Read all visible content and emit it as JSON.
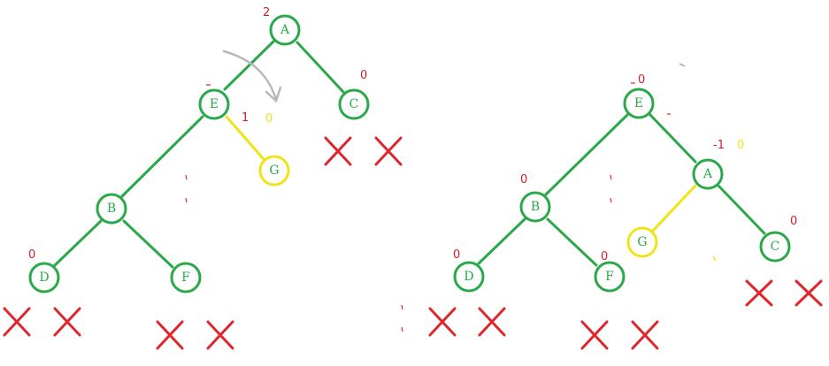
{
  "colors": {
    "green": "#2aa84a",
    "yellow": "#f0e31a",
    "red": "#d0202a",
    "arrow_gray": "#b8b8b8"
  },
  "left_tree": {
    "nodes": [
      {
        "id": "A",
        "label": "A",
        "color": "green"
      },
      {
        "id": "E",
        "label": "E",
        "color": "green"
      },
      {
        "id": "C",
        "label": "C",
        "color": "green"
      },
      {
        "id": "G",
        "label": "G",
        "color": "yellow"
      },
      {
        "id": "B",
        "label": "B",
        "color": "green"
      },
      {
        "id": "D",
        "label": "D",
        "color": "green"
      },
      {
        "id": "F",
        "label": "F",
        "color": "green"
      }
    ],
    "balance_labels": [
      {
        "text": "2",
        "color": "red"
      },
      {
        "text": "0",
        "color": "red"
      },
      {
        "text": "1",
        "color": "red"
      },
      {
        "text": "0",
        "color": "yellow"
      },
      {
        "text": "0",
        "color": "red"
      }
    ]
  },
  "right_tree": {
    "nodes": [
      {
        "id": "E",
        "label": "E",
        "color": "green"
      },
      {
        "id": "B",
        "label": "B",
        "color": "green"
      },
      {
        "id": "A",
        "label": "A",
        "color": "green"
      },
      {
        "id": "D",
        "label": "D",
        "color": "green"
      },
      {
        "id": "F",
        "label": "F",
        "color": "green"
      },
      {
        "id": "G",
        "label": "G",
        "color": "yellow"
      },
      {
        "id": "C",
        "label": "C",
        "color": "green"
      }
    ],
    "balance_labels": [
      {
        "text": "0",
        "color": "red"
      },
      {
        "text": "-1",
        "color": "red"
      },
      {
        "text": "0",
        "color": "yellow"
      },
      {
        "text": "0",
        "color": "red"
      },
      {
        "text": "0",
        "color": "red"
      },
      {
        "text": "0",
        "color": "red"
      },
      {
        "text": "0",
        "color": "red"
      }
    ]
  }
}
